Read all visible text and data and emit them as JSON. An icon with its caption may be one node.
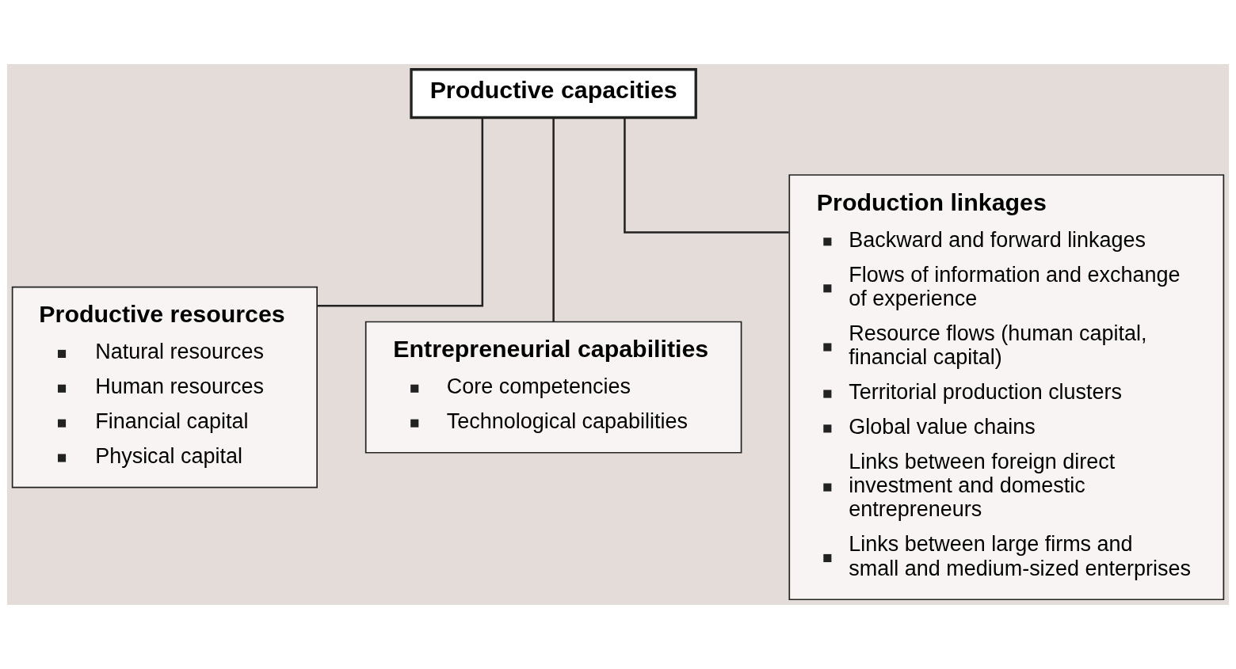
{
  "diagram": {
    "nodes": [
      {
        "text": [
          "Productive capacities"
        ]
      },
      {
        "text": [
          "Productive resources",
          "Natural resources",
          "Human resources",
          "Financial capital",
          "Physical capital"
        ]
      },
      {
        "text": [
          "Entrepreneurial capabilities",
          "Core competencies",
          "Technological capabilities"
        ]
      },
      {
        "text": [
          "Production linkages",
          "Backward and forward linkages",
          "Flows of information and exchange of experience",
          "Resource flows (human capital, financial capital)",
          "Territorial production clusters",
          "Global value chains",
          "Links between foreign direct investment and domestic entrepreneurs",
          "Links between large firms and small and medium-sized enterprises"
        ]
      }
    ],
    "edges": [
      {
        "from": 0,
        "to": 1,
        "arrow": "none"
      },
      {
        "from": 0,
        "to": 2,
        "arrow": "none"
      },
      {
        "from": 0,
        "to": 3,
        "arrow": "none"
      }
    ]
  }
}
